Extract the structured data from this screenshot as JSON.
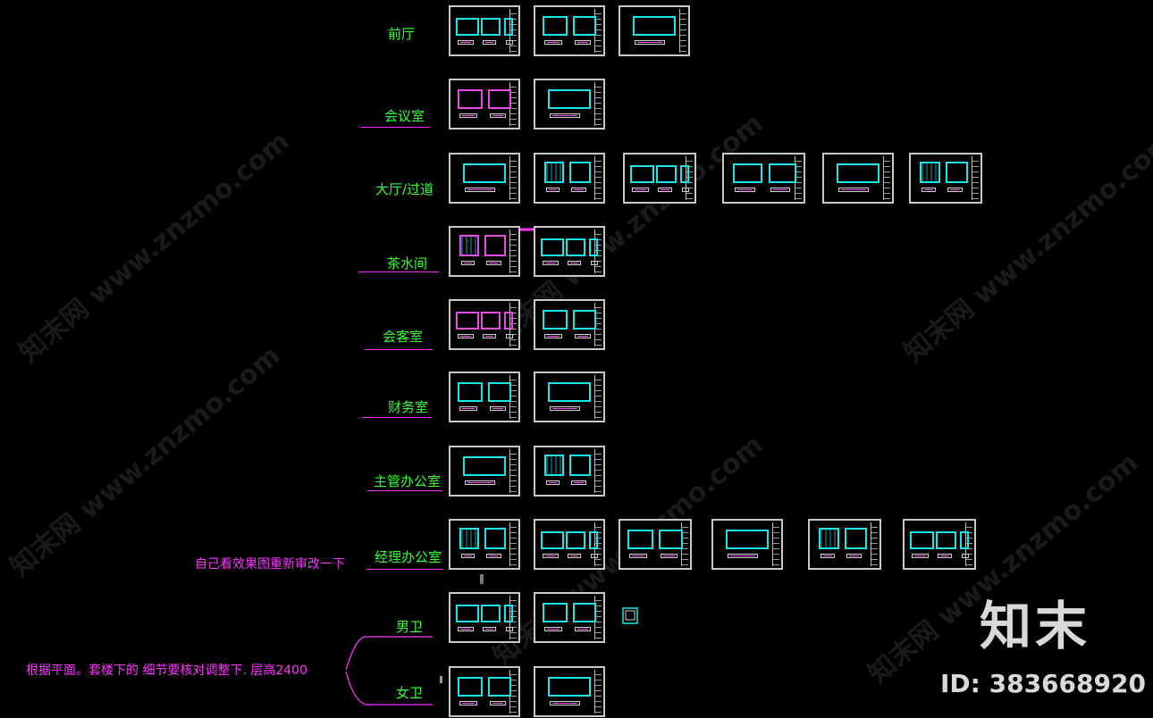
{
  "rows": [
    {
      "label": "前厅",
      "sheets": 3
    },
    {
      "label": "会议室",
      "sheets": 2
    },
    {
      "label": "大厅/过道",
      "sheets": 6
    },
    {
      "label": "茶水间",
      "sheets": 2
    },
    {
      "label": "会客室",
      "sheets": 2
    },
    {
      "label": "财务室",
      "sheets": 2
    },
    {
      "label": "主管办公室",
      "sheets": 2
    },
    {
      "label": "经理办公室",
      "sheets": 6
    },
    {
      "label": "男卫",
      "sheets": 2
    },
    {
      "label": "女卫",
      "sheets": 2
    }
  ],
  "notes": {
    "redo_note": "自己看效果图重新审改一下",
    "restroom_note": "根据平面。套楼下的  细节要核对调整下. 层高2400"
  },
  "watermark": {
    "text": "知末网 www.znzmo.com"
  },
  "brand": {
    "logo": "知末",
    "id_text": "ID: 383668920"
  },
  "colors": {
    "background": "#000000",
    "label": "#33ff33",
    "annotation": "#ff33ff",
    "sheet_border": "#c8c8c8",
    "drawing": "#19e6e6"
  }
}
